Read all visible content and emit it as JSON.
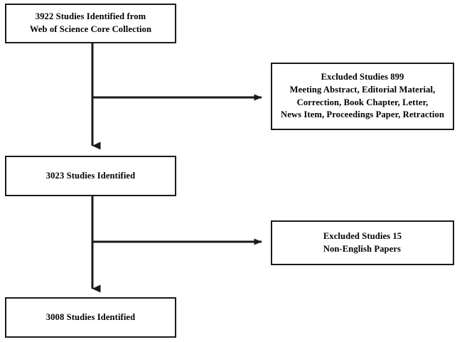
{
  "diagram": {
    "type": "flowchart",
    "orientation": "top-to-bottom",
    "background_color": "#ffffff",
    "line_color": "#1a1a1a",
    "text_color": "#000000",
    "nodes": [
      {
        "id": "identified",
        "role": "stage",
        "count": 3922,
        "text": "3922 Studies Identified from\nWeb of Science Core Collection"
      },
      {
        "id": "excluded-type",
        "role": "exclusion",
        "count": 899,
        "text": "Excluded Studies 899\nMeeting Abstract, Editorial Material,\nCorrection, Book Chapter, Letter,\nNews Item, Proceedings Paper, Retraction"
      },
      {
        "id": "after-type",
        "role": "stage",
        "count": 3023,
        "text": "3023 Studies Identified"
      },
      {
        "id": "excluded-lang",
        "role": "exclusion",
        "count": 15,
        "text": "Excluded Studies 15\nNon-English Papers"
      },
      {
        "id": "final",
        "role": "stage",
        "count": 3008,
        "text": "3008 Studies Identified"
      }
    ],
    "edges": [
      {
        "id": "identified-to-excluded-type",
        "from": "identified",
        "to": "excluded-type",
        "direction": "right"
      },
      {
        "id": "identified-to-after-type",
        "from": "identified",
        "to": "after-type",
        "direction": "down"
      },
      {
        "id": "after-type-to-excluded-lang",
        "from": "after-type",
        "to": "excluded-lang",
        "direction": "right"
      },
      {
        "id": "after-type-to-final",
        "from": "after-type",
        "to": "final",
        "direction": "down"
      }
    ]
  }
}
